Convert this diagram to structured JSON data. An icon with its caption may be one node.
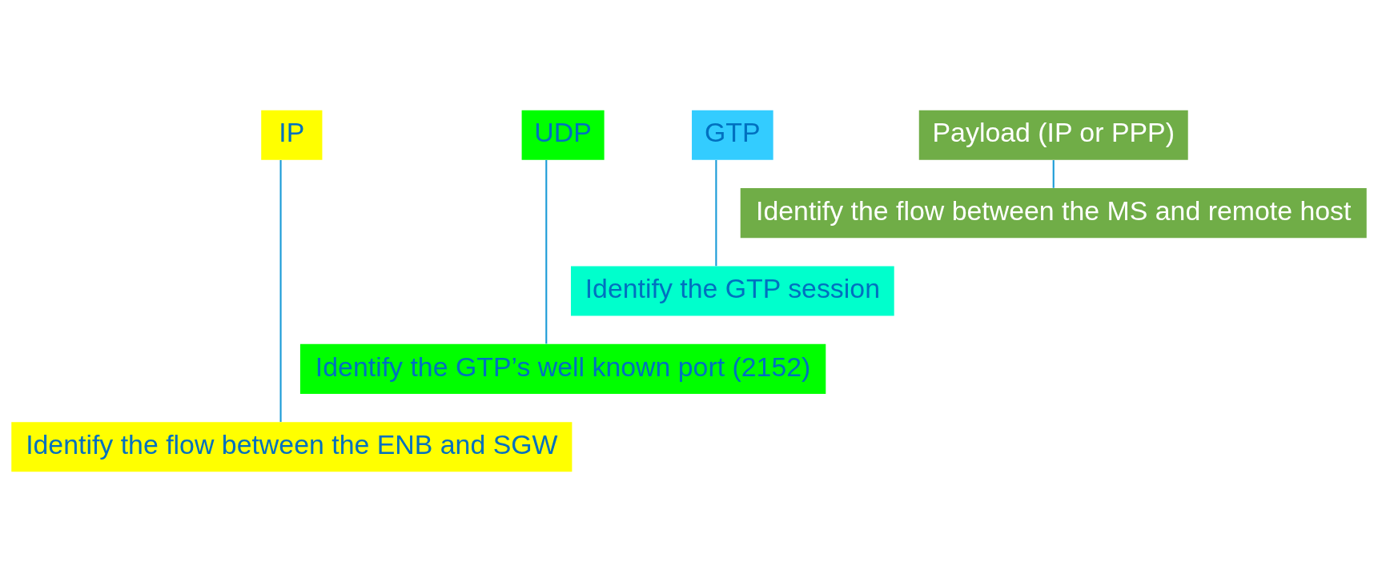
{
  "diagram": {
    "nodes": [
      {
        "text": [
          "IP"
        ]
      },
      {
        "text": [
          "UDP"
        ]
      },
      {
        "text": [
          "GTP"
        ]
      },
      {
        "text": [
          "Payload (IP or PPP)"
        ]
      },
      {
        "text": [
          "Identify the flow between the MS and remote host"
        ]
      },
      {
        "text": [
          "Identify the GTP session"
        ]
      },
      {
        "text": [
          "Identify the GTP’s well known port (2152)"
        ]
      },
      {
        "text": [
          "Identify the flow between the ENB and SGW"
        ]
      }
    ],
    "edges": [
      {
        "from": 3,
        "to": 4,
        "arrow": "none"
      },
      {
        "from": 2,
        "to": 5,
        "arrow": "none"
      },
      {
        "from": 1,
        "to": 6,
        "arrow": "none"
      },
      {
        "from": 0,
        "to": 7,
        "arrow": "none"
      }
    ]
  }
}
